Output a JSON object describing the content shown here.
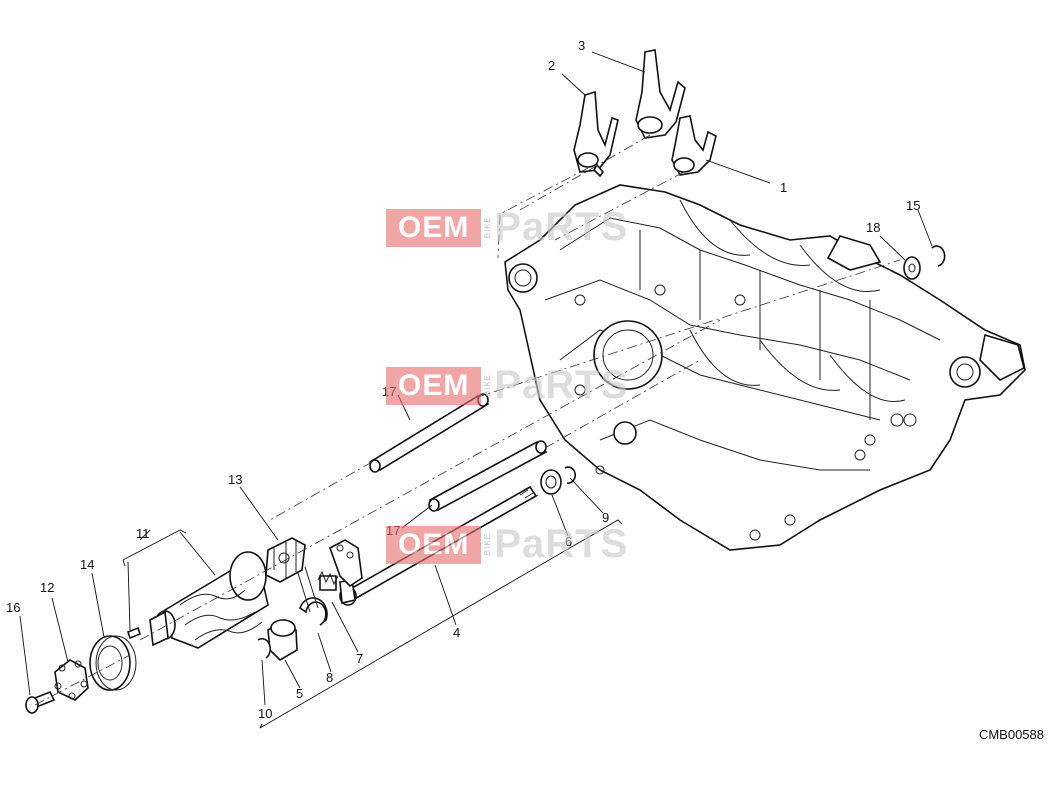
{
  "diagram": {
    "code": "CMB00588",
    "callouts": [
      "1",
      "2",
      "3",
      "4",
      "5",
      "6",
      "7",
      "8",
      "9",
      "10",
      "11",
      "12",
      "13",
      "14",
      "15",
      "16",
      "17",
      "17",
      "18"
    ]
  },
  "watermark": {
    "left": "OEM",
    "middle": "BIKE",
    "right": "PaRTS",
    "colors": {
      "badge": "#e8706f",
      "parts": "#c9c9c9"
    }
  }
}
